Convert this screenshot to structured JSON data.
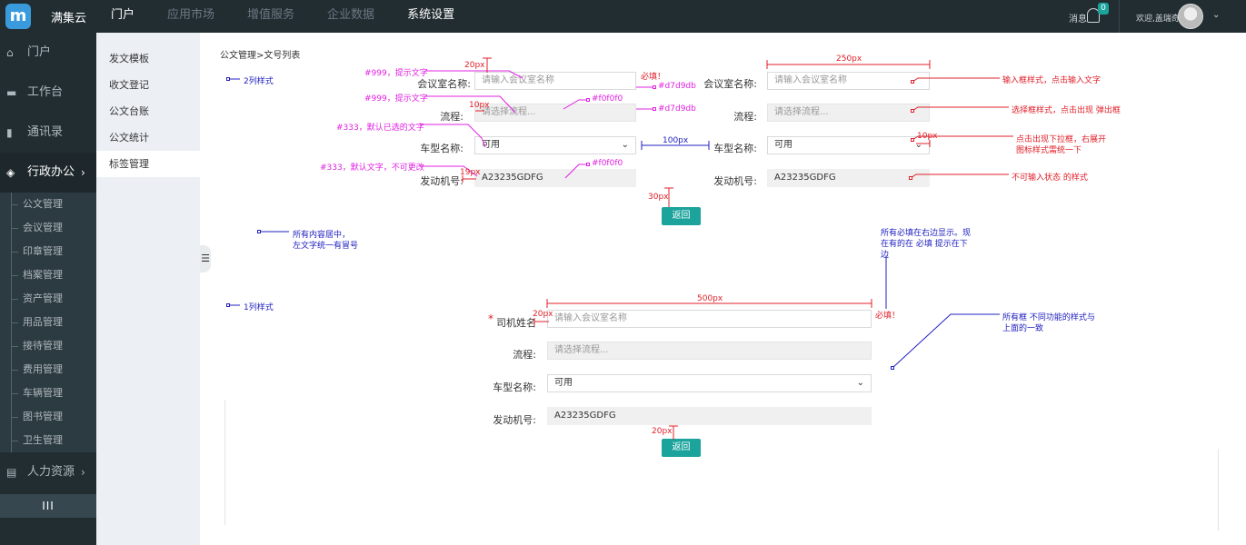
{
  "header": {
    "logo_letter": "m",
    "brand": "满集云",
    "nav": [
      "门户",
      "应用市场",
      "增值服务",
      "企业数据",
      "系统设置"
    ],
    "message_label": "消息",
    "message_count": "0",
    "welcome": "欢迎,盖瑞奇"
  },
  "sidebar": {
    "items": [
      {
        "label": "门户",
        "icon": "home-icon"
      },
      {
        "label": "工作台",
        "icon": "desktop-icon"
      },
      {
        "label": "通讯录",
        "icon": "book-icon"
      },
      {
        "label": "行政办公",
        "icon": "layers-icon"
      },
      {
        "label": "人力资源",
        "icon": "id-card-icon"
      }
    ],
    "subitems": [
      "公文管理",
      "会议管理",
      "印章管理",
      "档案管理",
      "资产管理",
      "用品管理",
      "接待管理",
      "费用管理",
      "车辆管理",
      "图书管理",
      "卫生管理"
    ],
    "collapse_label": "III"
  },
  "submenu": {
    "items": [
      "发文模板",
      "收文登记",
      "公文台账",
      "公文统计",
      "标签管理"
    ]
  },
  "breadcrumb": "公文管理>文号列表",
  "form_two_col": {
    "room_label": "会议室名称:",
    "room_placeholder": "请输入会议室名称",
    "flow_label": "流程:",
    "flow_placeholder": "请选择流程...",
    "car_label": "车型名称:",
    "car_value": "可用",
    "engine_label": "发动机号:",
    "engine_value": "A23235GDFG",
    "back_label": "返回"
  },
  "form_one_col": {
    "driver_label": "司机姓名",
    "driver_placeholder": "请输入会议室名称",
    "flow_label": "流程:",
    "flow_placeholder": "请选择流程...",
    "car_label": "车型名称:",
    "car_value": "可用",
    "engine_label": "发动机号:",
    "engine_value": "A23235GDFG",
    "back_label": "返回",
    "required_mark": "*"
  },
  "annotations": {
    "style_two_col": "2列样式",
    "style_one_col": "1列样式",
    "hint_999_1": "#999，提示文字",
    "hint_999_2": "#999，提示文字",
    "hint_333_sel": "#333，默认已选的文字",
    "hint_333_fixed": "#333，默认文字，不可更改",
    "px20": "20px",
    "px10": "10px",
    "px19": "19px",
    "px30": "30px",
    "px100": "100px",
    "px250": "250px",
    "px10b": "10px",
    "px500": "500px",
    "px20b": "20px",
    "px20c": "20px",
    "required1": "必填！",
    "required2": "必填！",
    "border1": "#d7d9db",
    "border2": "#d7d9db",
    "bg1": "#f0f0f0",
    "bg2": "#f0f0f0",
    "input_style": "输入框样式，点击输入文字",
    "select_style": "选择框样式，点击出现 弹出框",
    "dropdown_style_1": "点击出现下拉框，右展开",
    "dropdown_style_2": "图标样式需统一下",
    "disabled_style": "不可输入状态 的样式",
    "center_1": "所有内容居中，",
    "center_2": "左文字统一有冒号",
    "required_note_1": "所有必填在右边显示。现",
    "required_note_2": "在有的在 必填 提示在下",
    "required_note_3": "边",
    "frame_note_1": "所有框 不同功能的样式与",
    "frame_note_2": "上面的一致"
  },
  "colors": {
    "topbar": "#222d32",
    "accent": "#1ba39c",
    "annotation_red": "#e0202a",
    "annotation_magenta": "#e020e0",
    "annotation_blue": "#2020c0"
  }
}
